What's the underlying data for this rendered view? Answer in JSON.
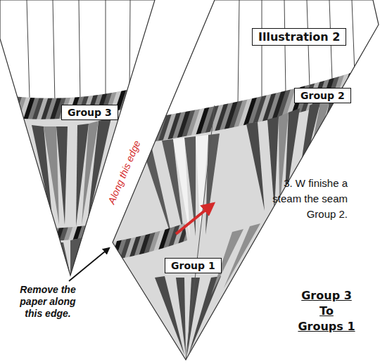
{
  "diagram": {
    "nodes": [
      {
        "text": [
          "Illustration 2"
        ]
      },
      {
        "text": [
          "Group 3"
        ]
      },
      {
        "text": [
          "Group 2"
        ]
      },
      {
        "text": [
          "Group 1"
        ]
      }
    ],
    "labels": [
      "Along this edge",
      "Remove the paper along this edge.",
      "3. W finishe a steam the seam Group 2.",
      "Group 3 To Groups 1"
    ]
  }
}
